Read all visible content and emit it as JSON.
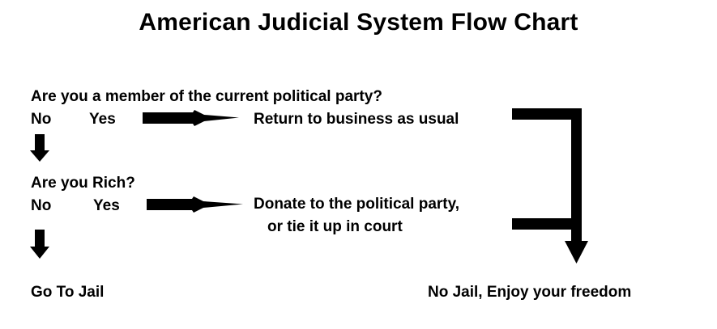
{
  "title": "American Judicial System Flow Chart",
  "colors": {
    "background": "#ffffff",
    "ink": "#000000"
  },
  "flow": {
    "question_1": {
      "text": "Are you a member of the current political party?",
      "no_label": "No",
      "yes_label": "Yes",
      "yes_outcome": "Return to business as usual"
    },
    "question_2": {
      "text": "Are you Rich?",
      "no_label": "No",
      "yes_label": "Yes",
      "yes_outcome_line_1": "Donate to the political party,",
      "yes_outcome_line_2": "or tie it up in court"
    },
    "terminals": {
      "left": "Go To Jail",
      "right": "No Jail, Enjoy your freedom"
    }
  },
  "connectors": {
    "yes_arrow_1": "right-arrow",
    "yes_arrow_2": "right-arrow",
    "no_arrow_1": "down-arrow",
    "no_arrow_2": "down-arrow",
    "merge_bracket": "bracket-down-arrow"
  }
}
